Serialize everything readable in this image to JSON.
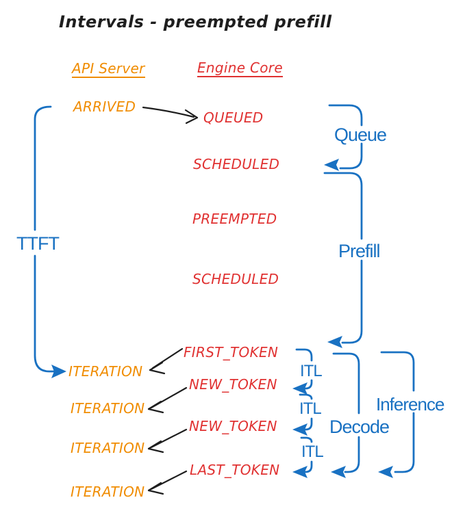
{
  "diagram": {
    "title": "Intervals - preempted prefill",
    "columns": {
      "api_server": "API Server",
      "engine_core": "Engine Core"
    },
    "api_events": {
      "arrived": "ARRIVED",
      "iteration1": "ITERATION",
      "iteration2": "ITERATION",
      "iteration3": "ITERATION",
      "iteration4": "ITERATION"
    },
    "engine_events": {
      "queued": "QUEUED",
      "scheduled1": "SCHEDULED",
      "preempted": "PREEMPTED",
      "scheduled2": "SCHEDULED",
      "first_token": "FIRST_TOKEN",
      "new_token1": "NEW_TOKEN",
      "new_token2": "NEW_TOKEN",
      "last_token": "LAST_TOKEN"
    },
    "intervals": {
      "ttft": "TTFT",
      "queue": "Queue",
      "prefill": "Prefill",
      "itl1": "ITL",
      "itl2": "ITL",
      "itl3": "ITL",
      "decode": "Decode",
      "inference": "Inference"
    },
    "colors": {
      "api_server_text": "#f08c00",
      "engine_core_text": "#e03131",
      "interval_blue": "#1971c2",
      "connector_black": "#1e1e1e",
      "background": "#ffffff"
    }
  }
}
